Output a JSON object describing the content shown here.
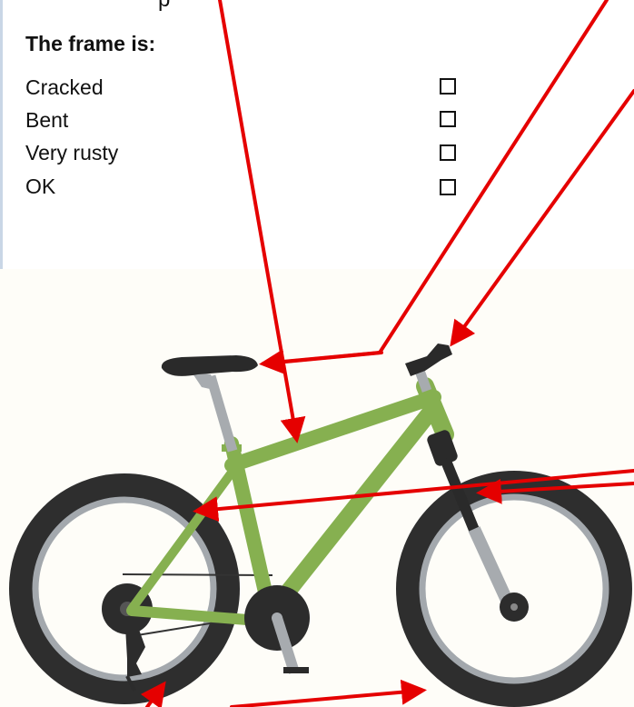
{
  "form": {
    "partial_text": "p",
    "heading": "The frame is:",
    "options": [
      {
        "label": "Cracked",
        "checked": false
      },
      {
        "label": "Bent",
        "checked": false
      },
      {
        "label": "Very rusty",
        "checked": false
      },
      {
        "label": "OK",
        "checked": false
      }
    ]
  },
  "colors": {
    "frame": "#86b050",
    "tire": "#2e2e2e",
    "rim": "#a3a8ad",
    "fork": "#a7abaf",
    "arrow": "#e50000",
    "background": "#fefdf8"
  },
  "icons": [
    "checkbox-icon",
    "bicycle-illustration",
    "arrow-icon"
  ]
}
